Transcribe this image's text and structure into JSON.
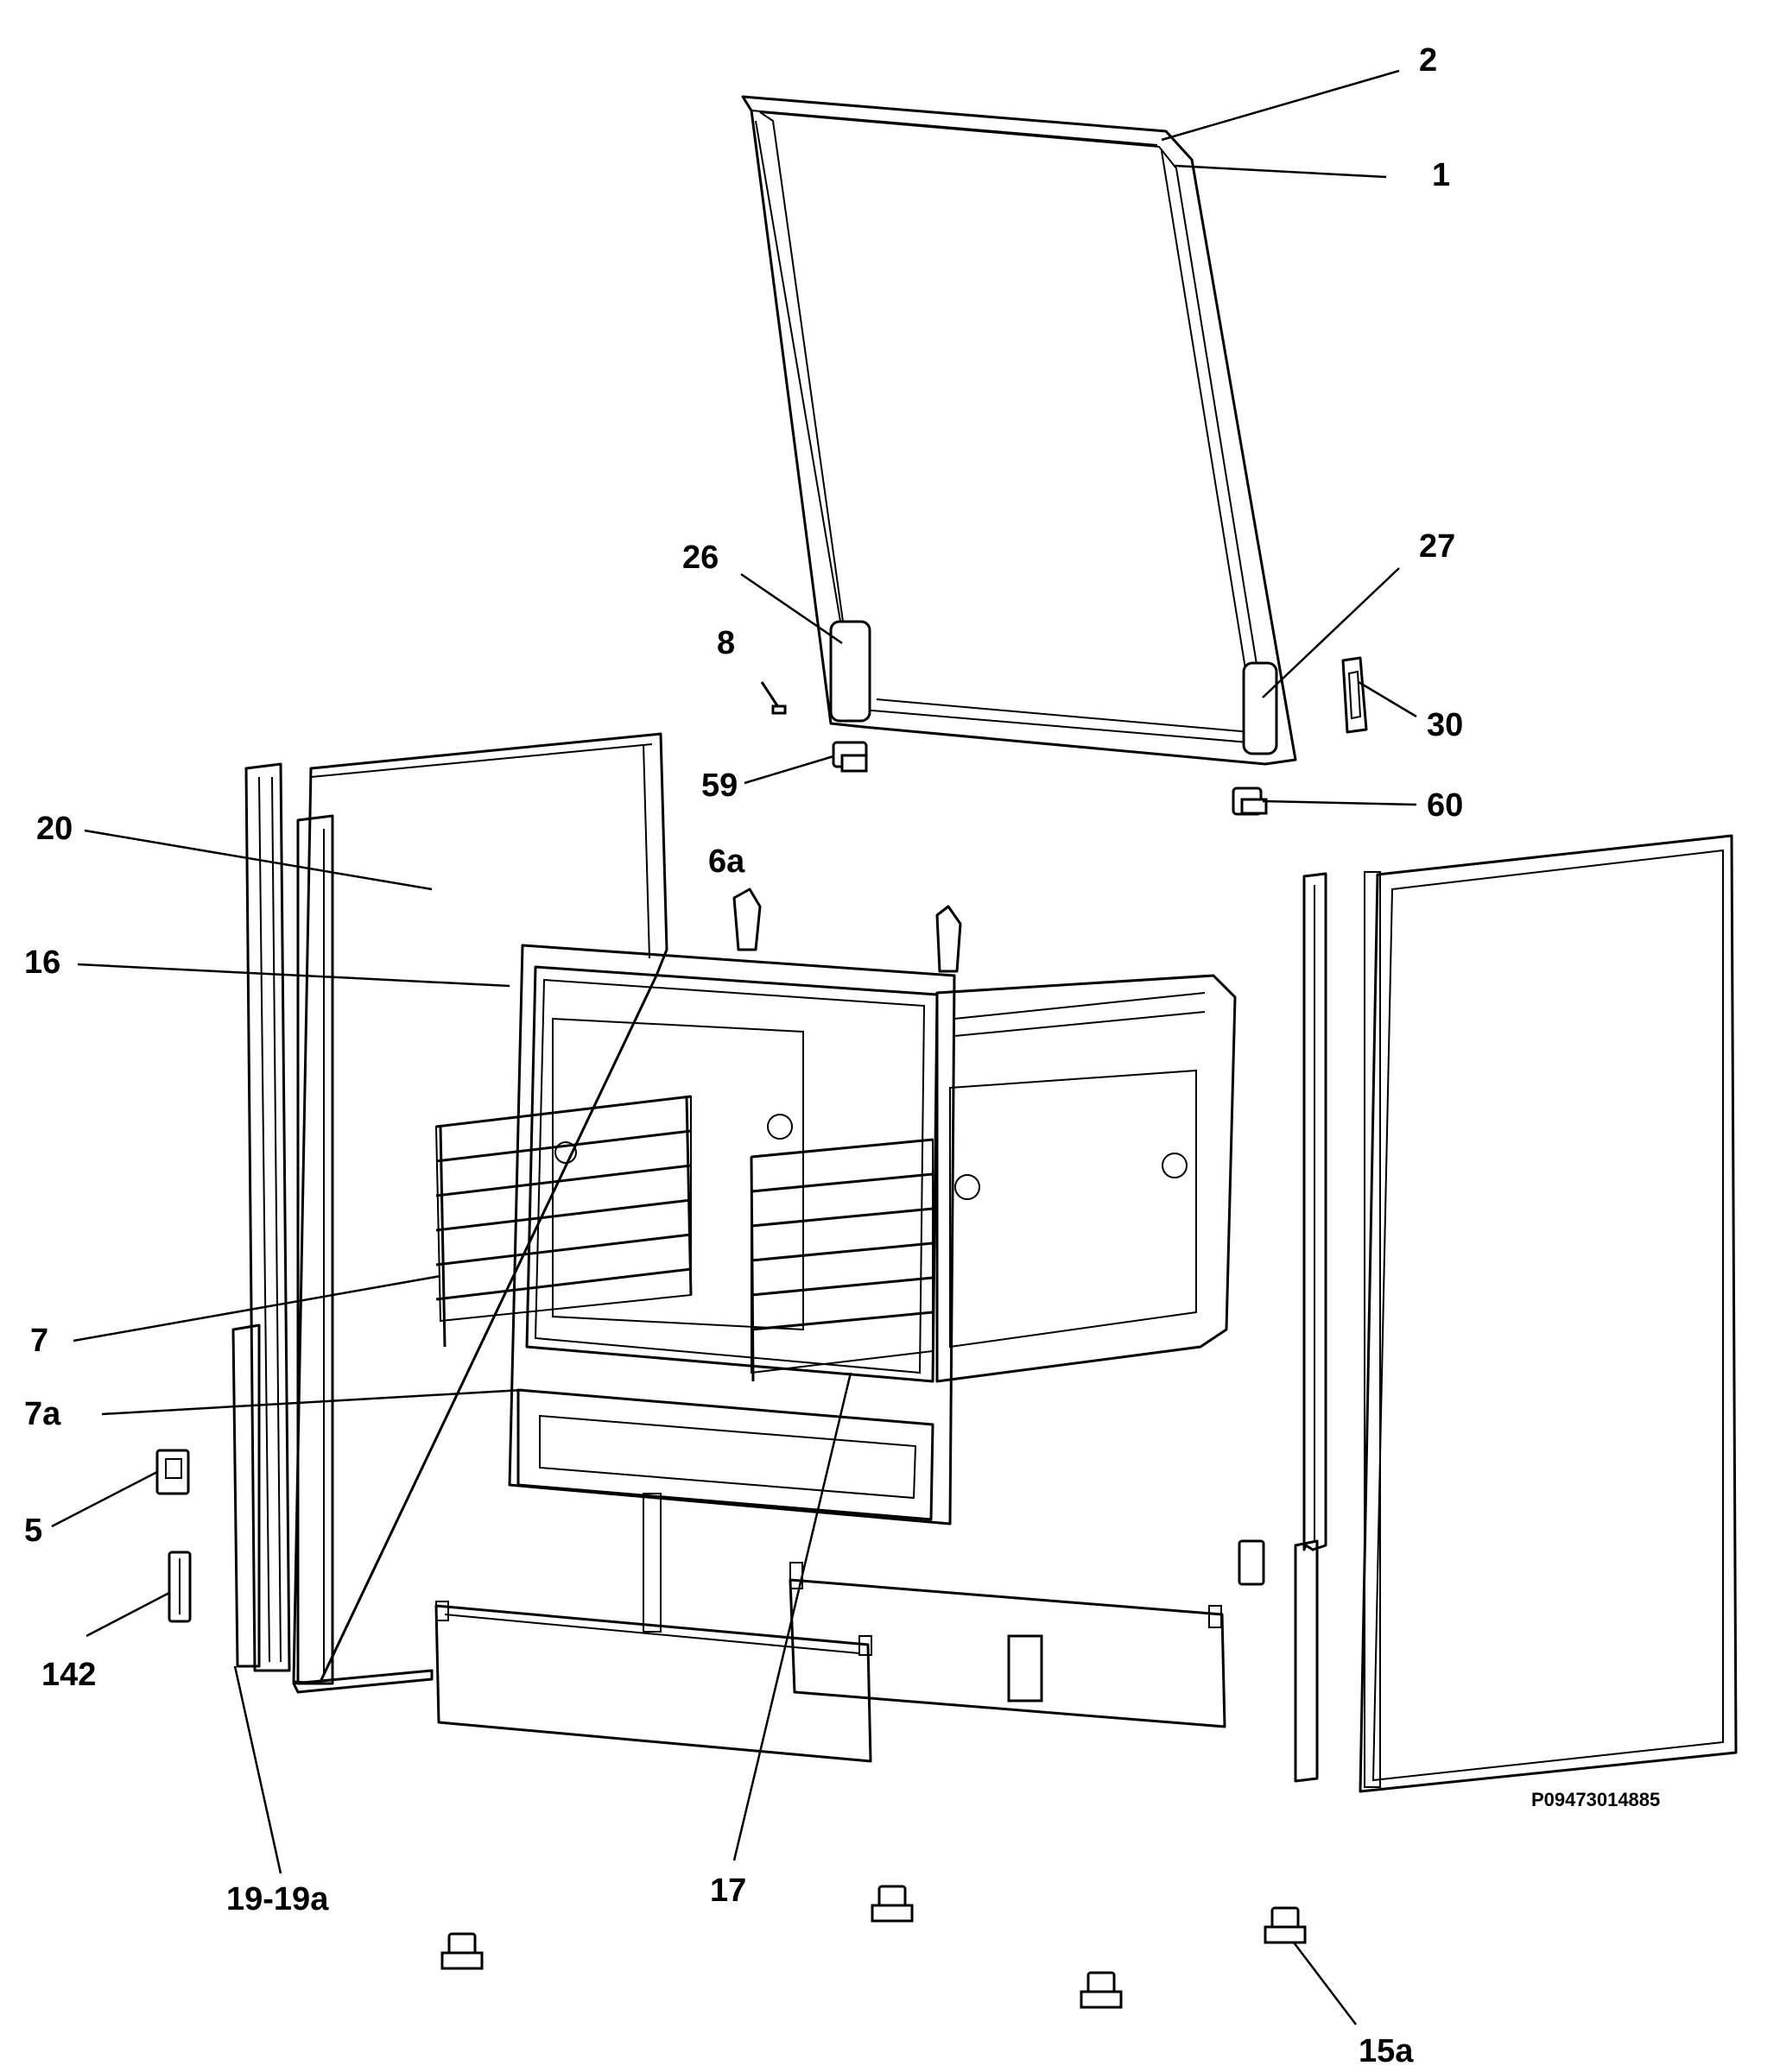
{
  "drawing_code": "P09473014885",
  "callouts": [
    {
      "label": "2"
    },
    {
      "label": "1"
    },
    {
      "label": "26"
    },
    {
      "label": "27"
    },
    {
      "label": "8"
    },
    {
      "label": "30"
    },
    {
      "label": "59"
    },
    {
      "label": "60"
    },
    {
      "label": "20"
    },
    {
      "label": "6a"
    },
    {
      "label": "16"
    },
    {
      "label": "7"
    },
    {
      "label": "7a"
    },
    {
      "label": "5"
    },
    {
      "label": "142"
    },
    {
      "label": "19-19a"
    },
    {
      "label": "17"
    },
    {
      "label": "15a"
    }
  ]
}
